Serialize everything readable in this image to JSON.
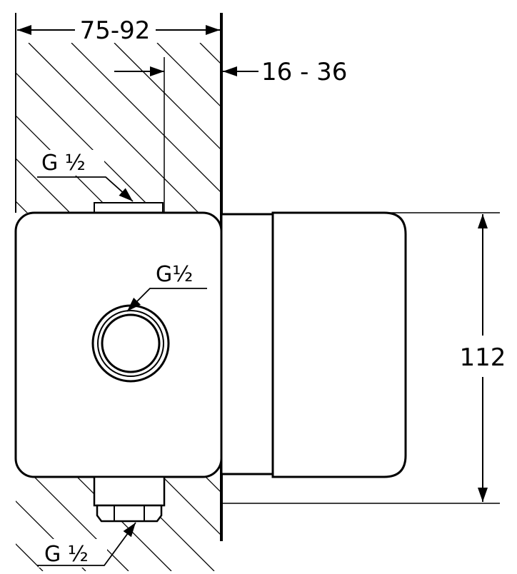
{
  "dimensions": {
    "depth": "75-92",
    "wall_adjust": "16 - 36",
    "height": "112"
  },
  "labels": {
    "top_port": "G ½",
    "front_port": "G½",
    "bottom_port": "G ½"
  },
  "colors": {
    "line": "#000000",
    "background": "#ffffff"
  }
}
